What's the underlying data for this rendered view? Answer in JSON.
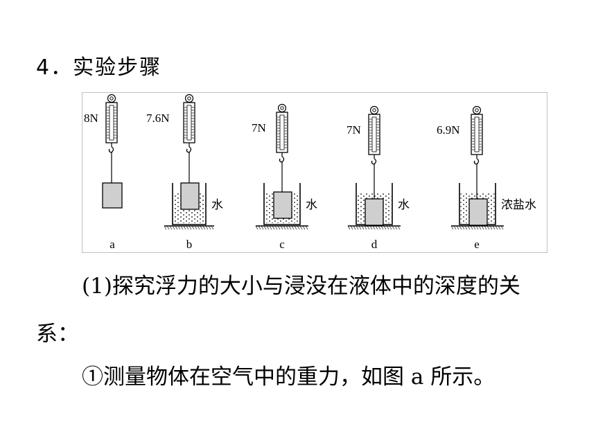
{
  "heading": "4．实验步骤",
  "figure": {
    "panels": [
      {
        "id": "a",
        "reading": "8N",
        "liquid": ""
      },
      {
        "id": "b",
        "reading": "7.6N",
        "liquid": "水"
      },
      {
        "id": "c",
        "reading": "7N",
        "liquid": "水"
      },
      {
        "id": "d",
        "reading": "7N",
        "liquid": "水"
      },
      {
        "id": "e",
        "reading": "6.9N",
        "liquid": "浓盐水"
      }
    ]
  },
  "paragraphs": {
    "p1": "(1)探究浮力的大小与浸没在液体中的深度的关",
    "p2": "系：",
    "p3": "①测量物体在空气中的重力，如图 a 所示。"
  }
}
